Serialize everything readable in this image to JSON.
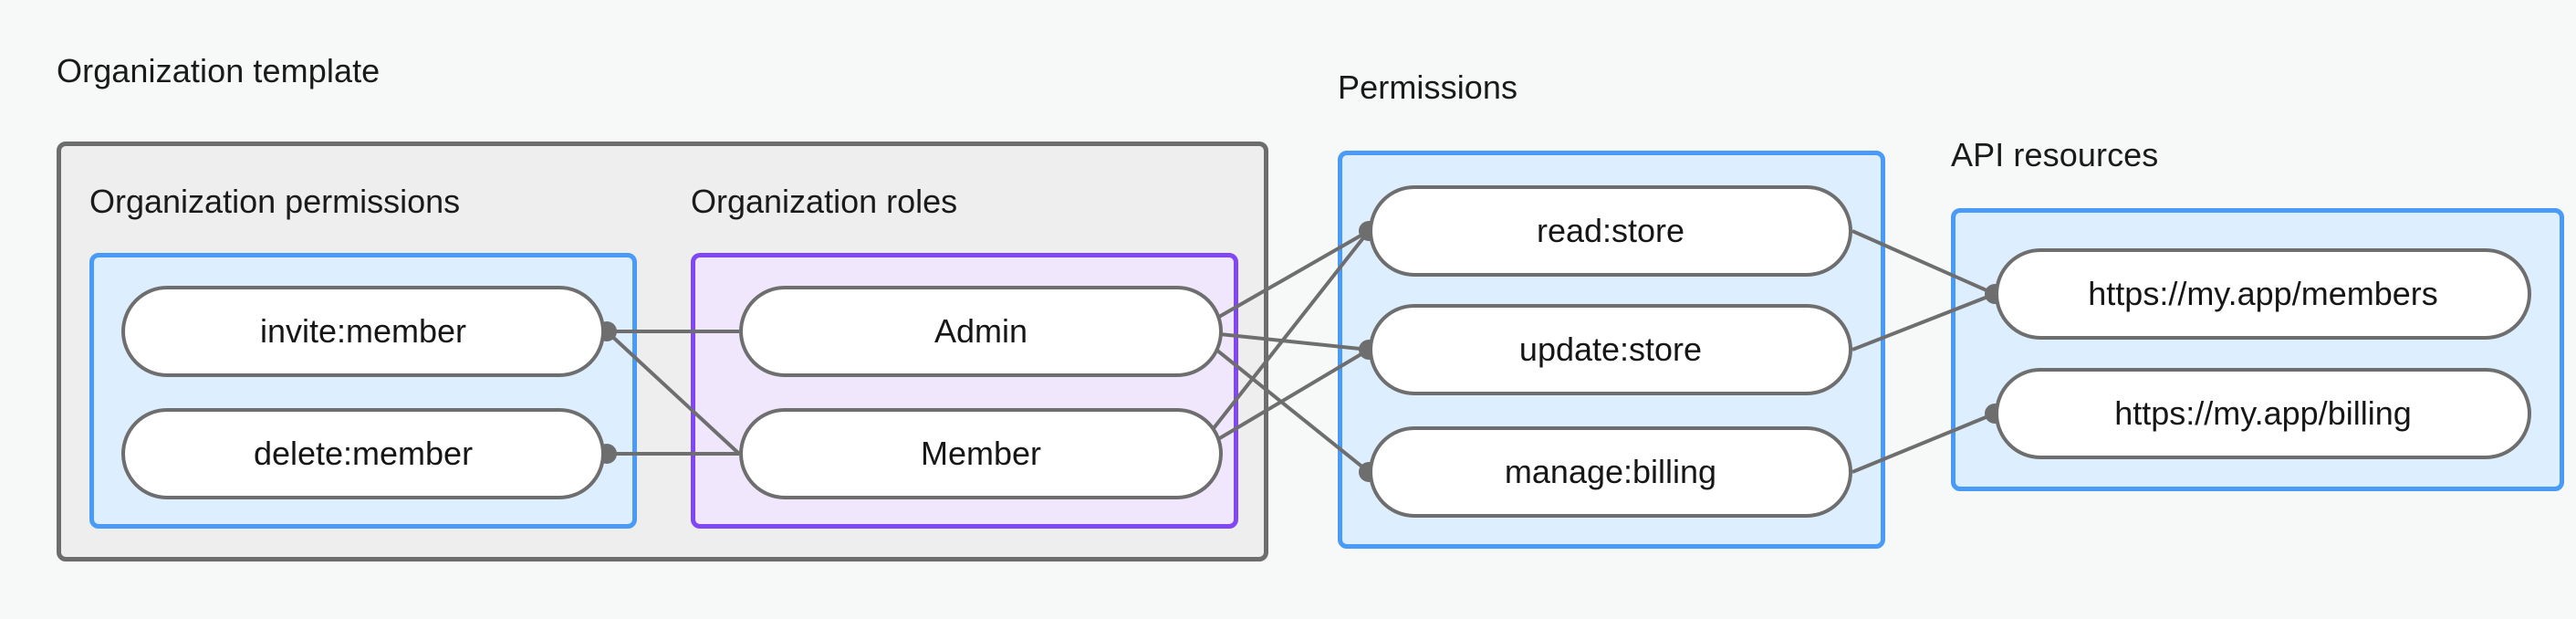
{
  "diagram": {
    "title_template": "Organization template",
    "title_permissions": "Permissions",
    "title_api_resources": "API resources",
    "subtitle_org_permissions": "Organization permissions",
    "subtitle_org_roles": "Organization roles",
    "colors": {
      "page_background": "#f7f8f8",
      "template_fill": "#eeeeee",
      "template_border": "#6d6d6d",
      "blue_fill": "#ddeeff",
      "blue_border": "#4a9bf7",
      "purple_fill": "#f1e7fc",
      "purple_border": "#8247f5",
      "node_fill": "#ffffff",
      "node_border": "#6e6e6e",
      "edge": "#6e6e6e",
      "text": "#161616"
    },
    "nodes": {
      "org_permissions": [
        {
          "id": "invite-member",
          "label": "invite:member"
        },
        {
          "id": "delete-member",
          "label": "delete:member"
        }
      ],
      "org_roles": [
        {
          "id": "admin",
          "label": "Admin"
        },
        {
          "id": "member",
          "label": "Member"
        }
      ],
      "permissions": [
        {
          "id": "read-store",
          "label": "read:store"
        },
        {
          "id": "update-store",
          "label": "update:store"
        },
        {
          "id": "manage-billing",
          "label": "manage:billing"
        }
      ],
      "api_resources": [
        {
          "id": "members-url",
          "label": "https://my.app/members"
        },
        {
          "id": "billing-url",
          "label": "https://my.app/billing"
        }
      ]
    },
    "edges": [
      {
        "from": "invite-member",
        "to": "admin"
      },
      {
        "from": "invite-member",
        "to": "member"
      },
      {
        "from": "delete-member",
        "to": "member"
      },
      {
        "from": "admin",
        "to": "read-store"
      },
      {
        "from": "admin",
        "to": "update-store"
      },
      {
        "from": "admin",
        "to": "manage-billing"
      },
      {
        "from": "member",
        "to": "read-store"
      },
      {
        "from": "member",
        "to": "update-store"
      },
      {
        "from": "read-store",
        "to": "members-url"
      },
      {
        "from": "update-store",
        "to": "members-url"
      },
      {
        "from": "manage-billing",
        "to": "billing-url"
      }
    ]
  }
}
